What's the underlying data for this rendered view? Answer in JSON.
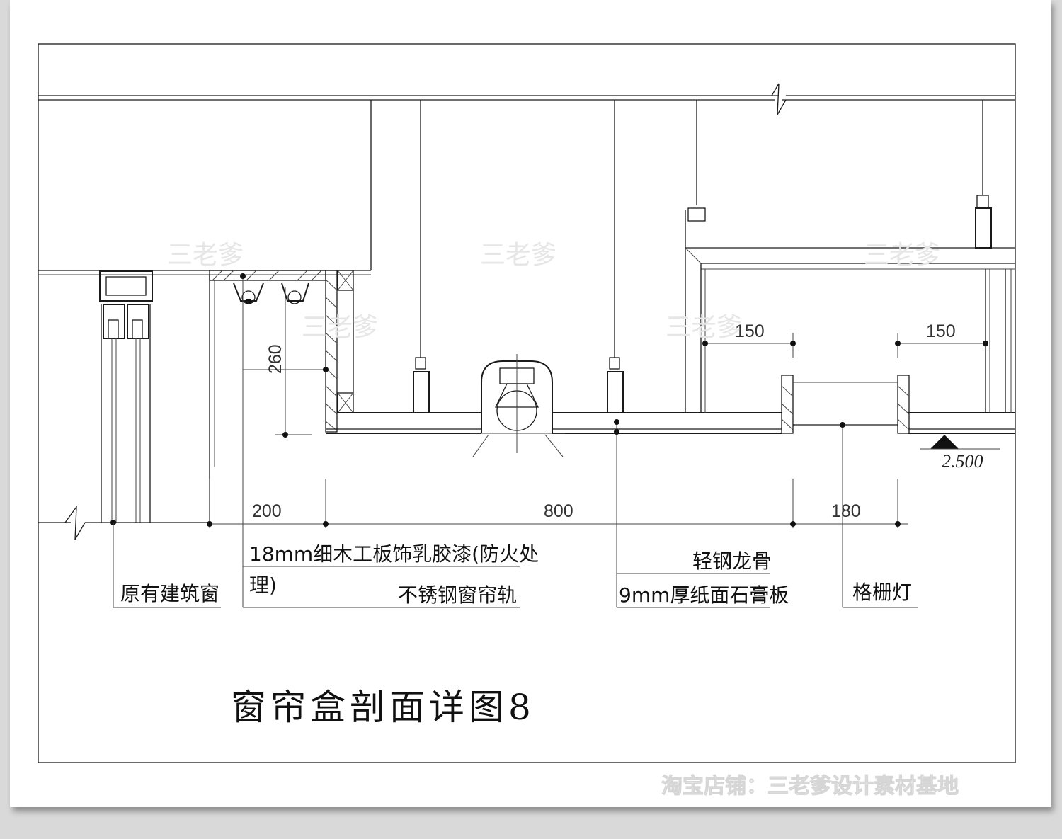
{
  "drawing": {
    "title": "窗帘盒剖面详图8",
    "elevation": "2.500",
    "dimensions": {
      "d260": "260",
      "d150_left": "150",
      "d150_right": "150",
      "d200": "200",
      "d800": "800",
      "d180": "180"
    },
    "labels": {
      "original_window": "原有建筑窗",
      "wood_board_line1": "18mm细木工板饰乳胶漆(防火处",
      "wood_board_line2": "理)",
      "curtain_rail": "不锈钢窗帘轨",
      "light_keel": "轻钢龙骨",
      "gypsum_board": "9mm厚纸面石膏板",
      "grille_light": "格栅灯"
    },
    "watermarks": [
      "三老爹",
      "三老爹",
      "三老爹",
      "三老爹",
      "三老爹"
    ],
    "shop_credit": "淘宝店铺：三老爹设计素材基地"
  }
}
